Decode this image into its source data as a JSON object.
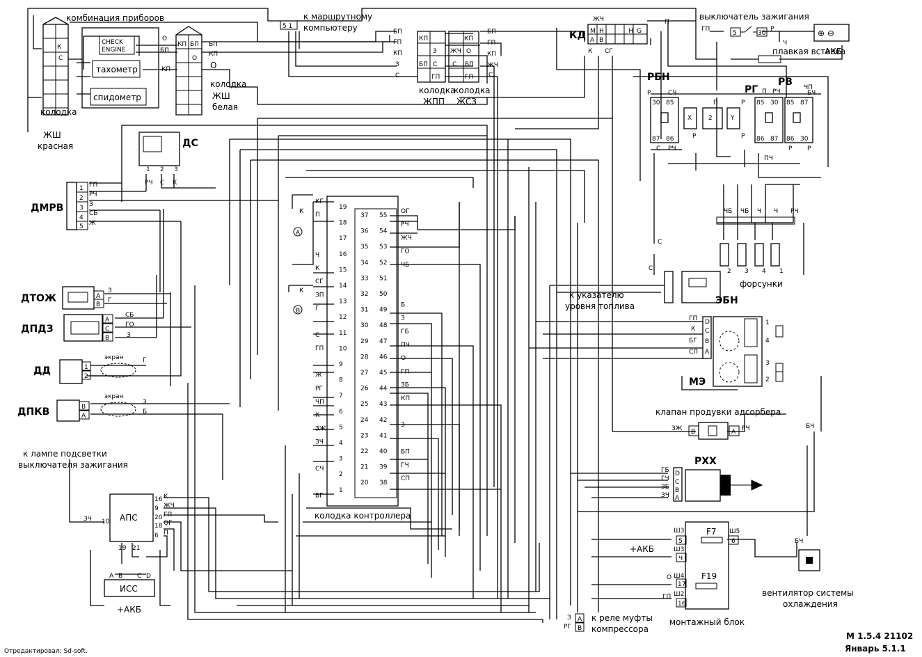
{
  "instrument_cluster": {
    "title": "комбинация приборов",
    "check_engine_1": "CHECK",
    "check_engine_2": "ENGINE",
    "tachometer": "тахометр",
    "speedometer": "спидометр",
    "red_connector_1": "колодка",
    "red_connector_2": "ЖШ",
    "red_connector_3": "красная",
    "white_connector_1": "колодка",
    "white_connector_2": "ЖШ",
    "white_connector_3": "белая"
  },
  "trip_computer": {
    "label_1": "к маршрутному",
    "label_2": "компьютеру"
  },
  "connectors": {
    "zhpp_1": "колодка",
    "zhpp_2": "ЖПП",
    "zhsz_1": "колодка",
    "zhsz_2": "ЖСЗ",
    "kd": "КД"
  },
  "ignition": {
    "switch": "выключатель зажигания",
    "fuse_link": "плавкая вставка",
    "battery": "АКБ"
  },
  "relays": {
    "rbn": "РБН",
    "rg": "РГ",
    "rv": "РВ"
  },
  "sensors": {
    "dmrv": "ДМРВ",
    "ds": "ДС",
    "dtozh": "ДТОЖ",
    "dpdz": "ДПДЗ",
    "dd": "ДД",
    "dpkv": "ДПКВ",
    "screen_1": "экран",
    "screen_2": "экран"
  },
  "controller": {
    "label": "колодка контроллера"
  },
  "injectors": {
    "label": "форсунки"
  },
  "fuel": {
    "gauge_1": "к указателю",
    "gauge_2": "уровня топлива",
    "ebn": "ЭБН"
  },
  "ignition_module": {
    "me": "МЭ"
  },
  "adsorber": {
    "label": "клапан продувки адсорбера"
  },
  "idle": {
    "rhh": "РХХ"
  },
  "fuse_block": {
    "label": "монтажный блок",
    "f7": "F7",
    "f19": "F19",
    "akb": "+АКБ"
  },
  "fan": {
    "label_1": "вентилятор системы",
    "label_2": "охлаждения"
  },
  "compressor": {
    "label_1": "к реле муфты",
    "label_2": "компрессора"
  },
  "aps": {
    "label": "АПС",
    "iss": "ИСС",
    "akb": "+АКБ",
    "lamp_1": "к лампе подсветки",
    "lamp_2": "выключателя зажигания"
  },
  "footer": {
    "edited_by": "Отредактировал: Sd-soft.",
    "model": "М 1.5.4  21102",
    "date": "Январь 5.1.1"
  },
  "pins_left": [
    "19",
    "18",
    "17",
    "16",
    "15",
    "14",
    "13",
    "12",
    "11",
    "10",
    "9",
    "8",
    "7",
    "6",
    "5",
    "4",
    "3",
    "2",
    "1"
  ],
  "pins_mid": [
    "37",
    "36",
    "35",
    "34",
    "33",
    "32",
    "31",
    "30",
    "29",
    "28",
    "27",
    "26",
    "25",
    "24",
    "23",
    "22",
    "21",
    "20"
  ],
  "pins_right": [
    "55",
    "54",
    "53",
    "52",
    "51",
    "50",
    "49",
    "48",
    "47",
    "46",
    "45",
    "44",
    "43",
    "42",
    "41",
    "40",
    "39",
    "38"
  ],
  "wire_left": [
    "КГ",
    "П",
    "",
    "",
    "Ч",
    "К",
    "СГ",
    "ЗП",
    "Г",
    "",
    "С",
    "ГП",
    "",
    "Ж",
    "РГ",
    "ЧП",
    "К",
    "ЗЖ",
    "ЗЧ",
    "",
    "СЧ",
    "",
    "БГ"
  ],
  "wire_right": [
    "ОГ",
    "РЧ",
    "ЖЧ",
    "ГО",
    "ЧБ",
    "",
    "",
    "Б",
    "З",
    "ГБ",
    "ПЧ",
    "О",
    "ГП",
    "ЗБ",
    "КП",
    "",
    "З",
    "",
    "БП",
    "ГЧ",
    "СП"
  ],
  "injector_wires": [
    "ЧБ",
    "ЧБ",
    "Ч",
    "Ч",
    "РЧ"
  ],
  "injector_numbers": [
    "2",
    "3",
    "4",
    "1"
  ]
}
